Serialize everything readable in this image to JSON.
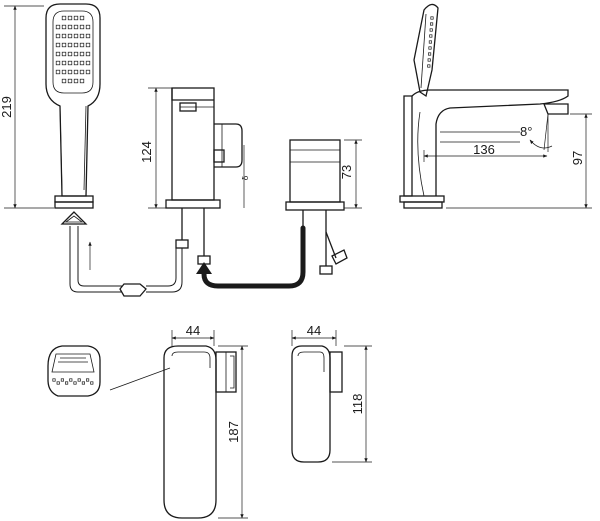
{
  "dimensions": {
    "handset_height": "219",
    "mixer_height": "124",
    "diverter_height": "73",
    "small_mark": "δ",
    "spout_reach": "136",
    "spout_angle": "8°",
    "spout_height": "97",
    "mixer_top_width": "44",
    "diverter_top_width": "44",
    "mixer_top_length": "187",
    "diverter_top_length": "118"
  }
}
